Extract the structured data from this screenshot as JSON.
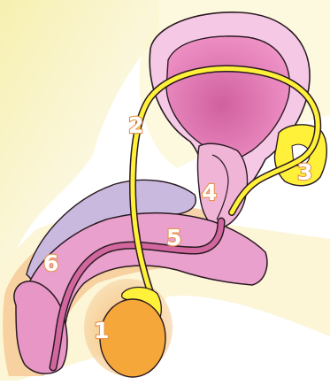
{
  "labels": [
    {
      "id": "testis",
      "text": "1"
    },
    {
      "id": "vas-deferens",
      "text": "2"
    },
    {
      "id": "seminal-vesicle",
      "text": "3"
    },
    {
      "id": "prostate",
      "text": "4"
    },
    {
      "id": "urethra",
      "text": "5"
    },
    {
      "id": "penis",
      "text": "6"
    }
  ],
  "colors": {
    "skin_bg": "#f8f3c6",
    "bladder_outer": "#f4c7e4",
    "bladder_inner": "#ec88bf",
    "prostate": "#f2b6d6",
    "corpus_cavernosum": "#c8b7dd",
    "corpus_spongiosum": "#e89bc8",
    "urethra": "#d0679e",
    "vas_deferens": "#fff03a",
    "testis": "#f6a73a",
    "scrotum": "#f4c08a",
    "outline": "#2a1a22"
  }
}
